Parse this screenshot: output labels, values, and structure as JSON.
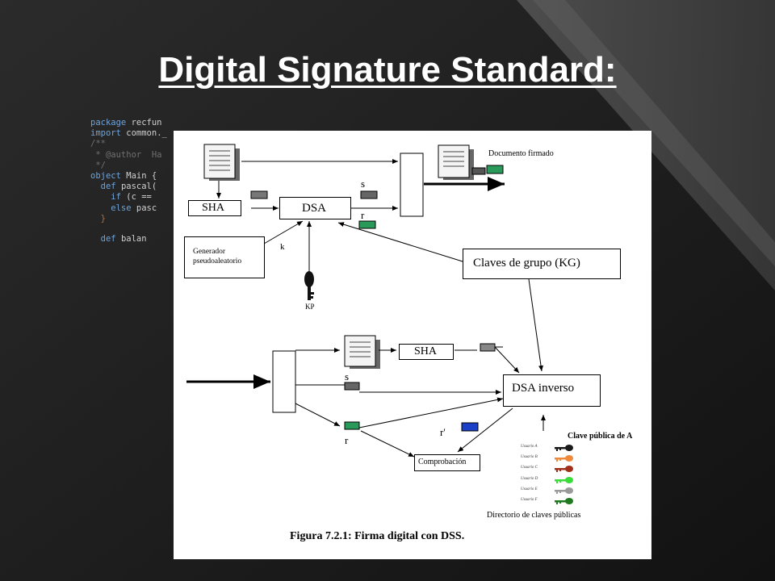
{
  "slide": {
    "title": "Digital Signature Standard:"
  },
  "code_background": {
    "lines": [
      [
        "kw",
        "package "
      ],
      [
        "nm",
        "recfun"
      ],
      [
        "kw",
        "import "
      ],
      [
        "nm",
        "common._"
      ],
      [
        "cm",
        "/**"
      ],
      [
        "cm",
        " * @author  Ha"
      ],
      [
        "cm",
        " */"
      ],
      [
        "kw",
        "object "
      ],
      [
        "nm",
        "Main {"
      ],
      [
        "kw",
        "  def "
      ],
      [
        "nm",
        "pascal("
      ],
      [
        "kw",
        "    if "
      ],
      [
        "nm",
        "(c =="
      ],
      [
        "kw",
        "    else "
      ],
      [
        "nm",
        "pasc"
      ],
      [
        "pn",
        "  }"
      ],
      [
        "kw",
        "  def "
      ],
      [
        "nm",
        "balan"
      ]
    ]
  },
  "diagram": {
    "sha_top": "SHA",
    "dsa_top": "DSA",
    "s_top": "s",
    "r_top": "r",
    "k_label": "k",
    "documento_firmado": "Documento firmado",
    "generador_line1": "Generador",
    "generador_line2": "pseudoaleatorio",
    "kp_label": "KP",
    "claves_grupo": "Claves de grupo (KG)",
    "sha_bottom": "SHA",
    "s_bottom": "s",
    "dsa_inverso": "DSA inverso",
    "r_bottom": "r",
    "r_prime": "r'",
    "comprobacion": "Comprobación",
    "clave_publica": "Clave pública de A",
    "directorio": "Directorio de claves públicas",
    "usuarios": [
      "Usuario A",
      "Usuario B",
      "Usuario C",
      "Usuario D",
      "Usuario E",
      "Usuario F"
    ],
    "key_colors": [
      "#1a1a1a",
      "#f08a3a",
      "#a0301a",
      "#3adc3a",
      "#9a9a9a",
      "#1f7a1f"
    ],
    "caption": "Figura 7.2.1: Firma digital con DSS."
  }
}
